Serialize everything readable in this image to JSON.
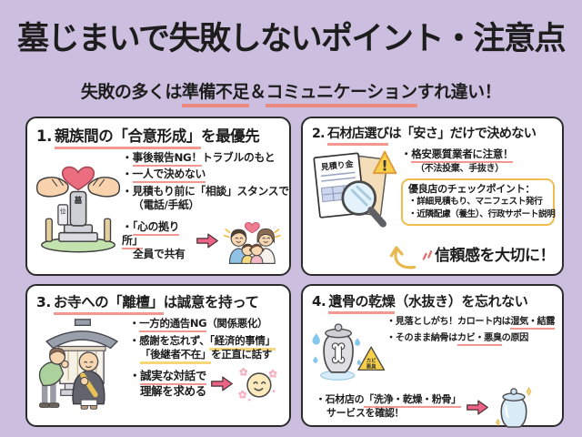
{
  "colors": {
    "background": "#cbbede",
    "panel_bg": "#ffffff",
    "panel_border": "#2b2b2b",
    "underline_red": "#f29890",
    "underline_yellow": "#f7d77a",
    "arrow_pink": "#ee6385",
    "checkbox_border": "#eebd4e",
    "warning_yellow": "#f8cf49",
    "text": "#1d1d1d"
  },
  "header": {
    "title": "墓じまいで失敗しないポイント・注意点",
    "subtitle": {
      "pre": "失敗の多くは",
      "u1": "準備不足",
      "amp": "＆",
      "u2": "コミュニケーション",
      "post": "すれ違い！"
    }
  },
  "panels": {
    "p1": {
      "num": "1.",
      "title_u": "親族間の「合意形成」",
      "title_rest": "を最優先",
      "illustration": {
        "grave_text": "墓",
        "tablet_text": "位"
      },
      "bullets": {
        "b1": {
          "marker": "・",
          "u": "事後報告NG！",
          "rest": "トラブルのもと"
        },
        "b2": {
          "marker": "・",
          "u": "一人で決めない"
        },
        "b3": {
          "marker": "・",
          "line1": "見積もり前に「相談」スタンスで",
          "line2": "（電話/手紙）"
        },
        "b4": {
          "marker": "・",
          "u": "「心の拠り所」",
          "line2": "全員で共有"
        }
      }
    },
    "p2": {
      "num": "2.",
      "title_u": "石材店選び",
      "title_rest": "は「安さ」だけで決めない",
      "illustration": {
        "doc_text": "見積り金",
        "warning_mark": "!"
      },
      "bullets": {
        "b1": {
          "marker": "・",
          "u": "格安悪質業者に注意！",
          "sub": "（不法投棄、手抜き）"
        }
      },
      "checkbox": {
        "title": "優良店のチェックポイント：",
        "item1": "・詳細見積もり、マニフェスト発行",
        "item2": "・近隣配慮（養生）、行政サポート説明"
      },
      "footer": "信頼感を大切に！"
    },
    "p3": {
      "num": "3.",
      "title_u": "お寺への「離檀」",
      "title_rest": "は誠意を持って",
      "bullets": {
        "b1": {
          "marker": "・",
          "u": "一方的通告NG",
          "rest": "（関係悪化）"
        },
        "b2": {
          "marker": "・",
          "pre": "感謝を忘れず、",
          "y1": "「経済的事情」",
          "y2": "「後継者不在」",
          "rest": "を正直に話す"
        },
        "b3": {
          "marker": "・",
          "u": "誠実な対話で",
          "line2": "理解を求める"
        }
      }
    },
    "p4": {
      "num": "4.",
      "title_u": "遺骨の乾燥",
      "title_rest": "（水抜き）を忘れない",
      "illustration": {
        "triangle_line1": "カビ",
        "triangle_line2": "悪臭"
      },
      "bullets": {
        "b1": {
          "marker": "・",
          "pre": "見落としがち！カロート内は",
          "u": "湿気・結露"
        },
        "b2": {
          "marker": "・",
          "pre": "そのまま納骨は",
          "u": "カビ・悪臭",
          "rest": "の原因"
        },
        "b3": {
          "marker": "・",
          "pre": "石材店の",
          "u": "「洗浄・乾燥・粉骨」",
          "line2": "サービスを確認！"
        }
      }
    }
  }
}
